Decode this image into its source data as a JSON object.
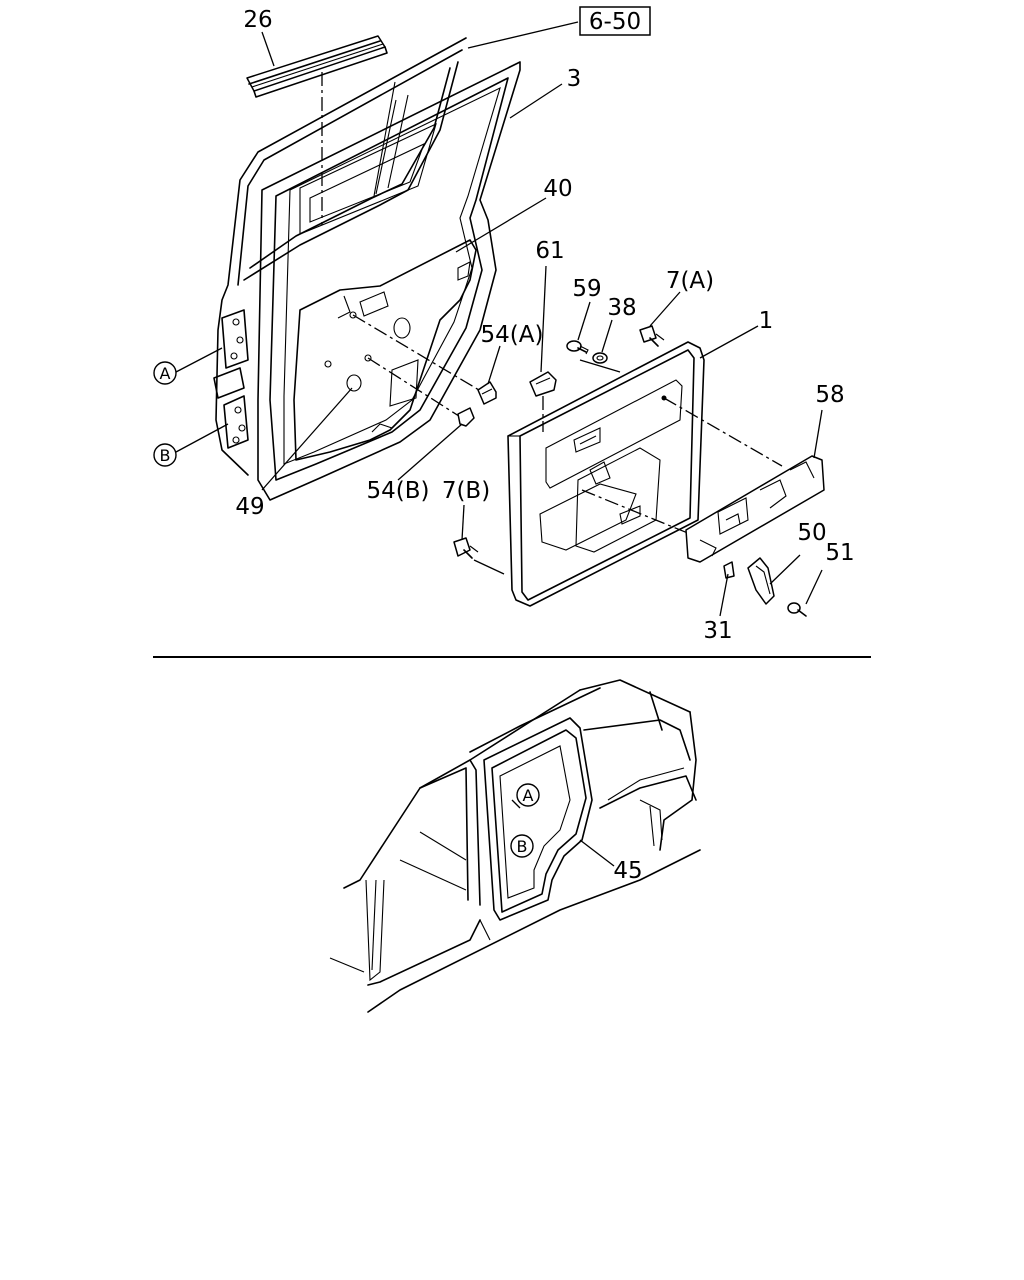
{
  "reference_box": "6-50",
  "callouts": {
    "c26": "26",
    "c3": "3",
    "c40": "40",
    "c61": "61",
    "c59": "59",
    "c38": "38",
    "c7a": "7(A)",
    "c1": "1",
    "c54a": "54(A)",
    "c58": "58",
    "c49": "49",
    "c54b": "54(B)",
    "c7b": "7(B)",
    "c50": "50",
    "c51": "51",
    "c31": "31",
    "c45": "45"
  },
  "circle_markers": {
    "a_upper": "A",
    "b_upper": "B",
    "a_lower": "A",
    "b_lower": "B"
  }
}
